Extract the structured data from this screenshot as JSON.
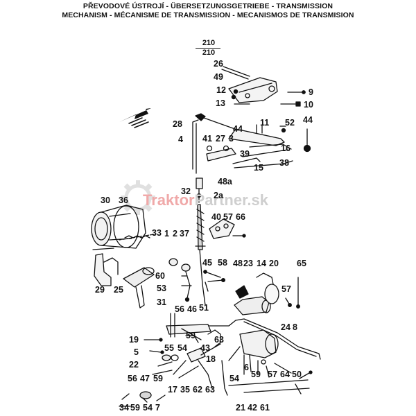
{
  "header": {
    "title_line1": "PŘEVODOVÉ ÚSTROJÍ - ÜBERSETZUNGSGETRIEBE - TRANSMISSION",
    "title_line2": "MECHANISM - MÉCANISME DE TRANSMISSION - MECANISMOS DE TRANSMISION"
  },
  "page_number": {
    "top": "210",
    "bottom": "210"
  },
  "watermark": {
    "part_a": "Traktor",
    "part_b": "Partner.sk"
  },
  "labels": [
    "26",
    "49",
    "12",
    "9",
    "13",
    "10",
    "28",
    "44",
    "11",
    "52",
    "44",
    "4",
    "41",
    "27",
    "3",
    "16",
    "39",
    "38",
    "15",
    "48a",
    "32",
    "2a",
    "30",
    "36",
    "40",
    "57",
    "66",
    "33",
    "1",
    "2",
    "37",
    "45",
    "58",
    "48",
    "23",
    "14",
    "20",
    "65",
    "60",
    "53",
    "29",
    "25",
    "31",
    "51",
    "57",
    "56",
    "46",
    "24",
    "8",
    "19",
    "59",
    "63",
    "5",
    "55",
    "54",
    "43",
    "22",
    "18",
    "6",
    "56",
    "47",
    "59",
    "54",
    "59",
    "57",
    "64",
    "50",
    "17",
    "35",
    "62",
    "63",
    "34",
    "59",
    "54",
    "7",
    "21",
    "42",
    "61"
  ]
}
